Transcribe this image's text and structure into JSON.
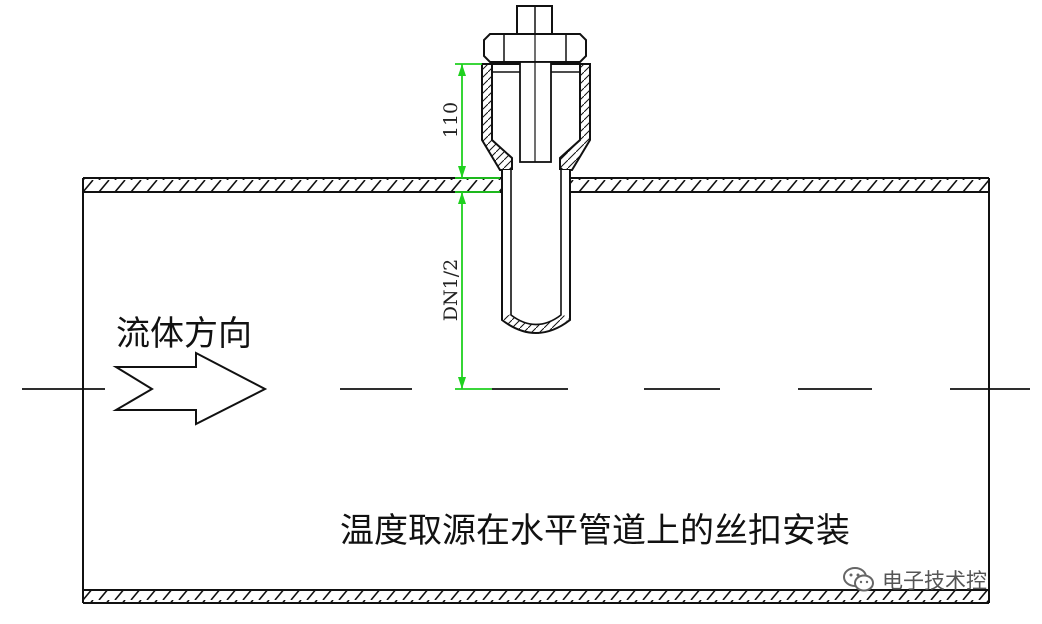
{
  "labels": {
    "flow_direction": "流体方向",
    "caption": "温度取源在水平管道上的丝扣安装"
  },
  "dimensions": {
    "upper": "110",
    "lower": "DN1/2"
  },
  "watermark": {
    "text": "电子技术控",
    "icon": "wechat-icon"
  },
  "colors": {
    "line": "#111111",
    "dimension": "#1fd11f",
    "background": "#ffffff"
  }
}
